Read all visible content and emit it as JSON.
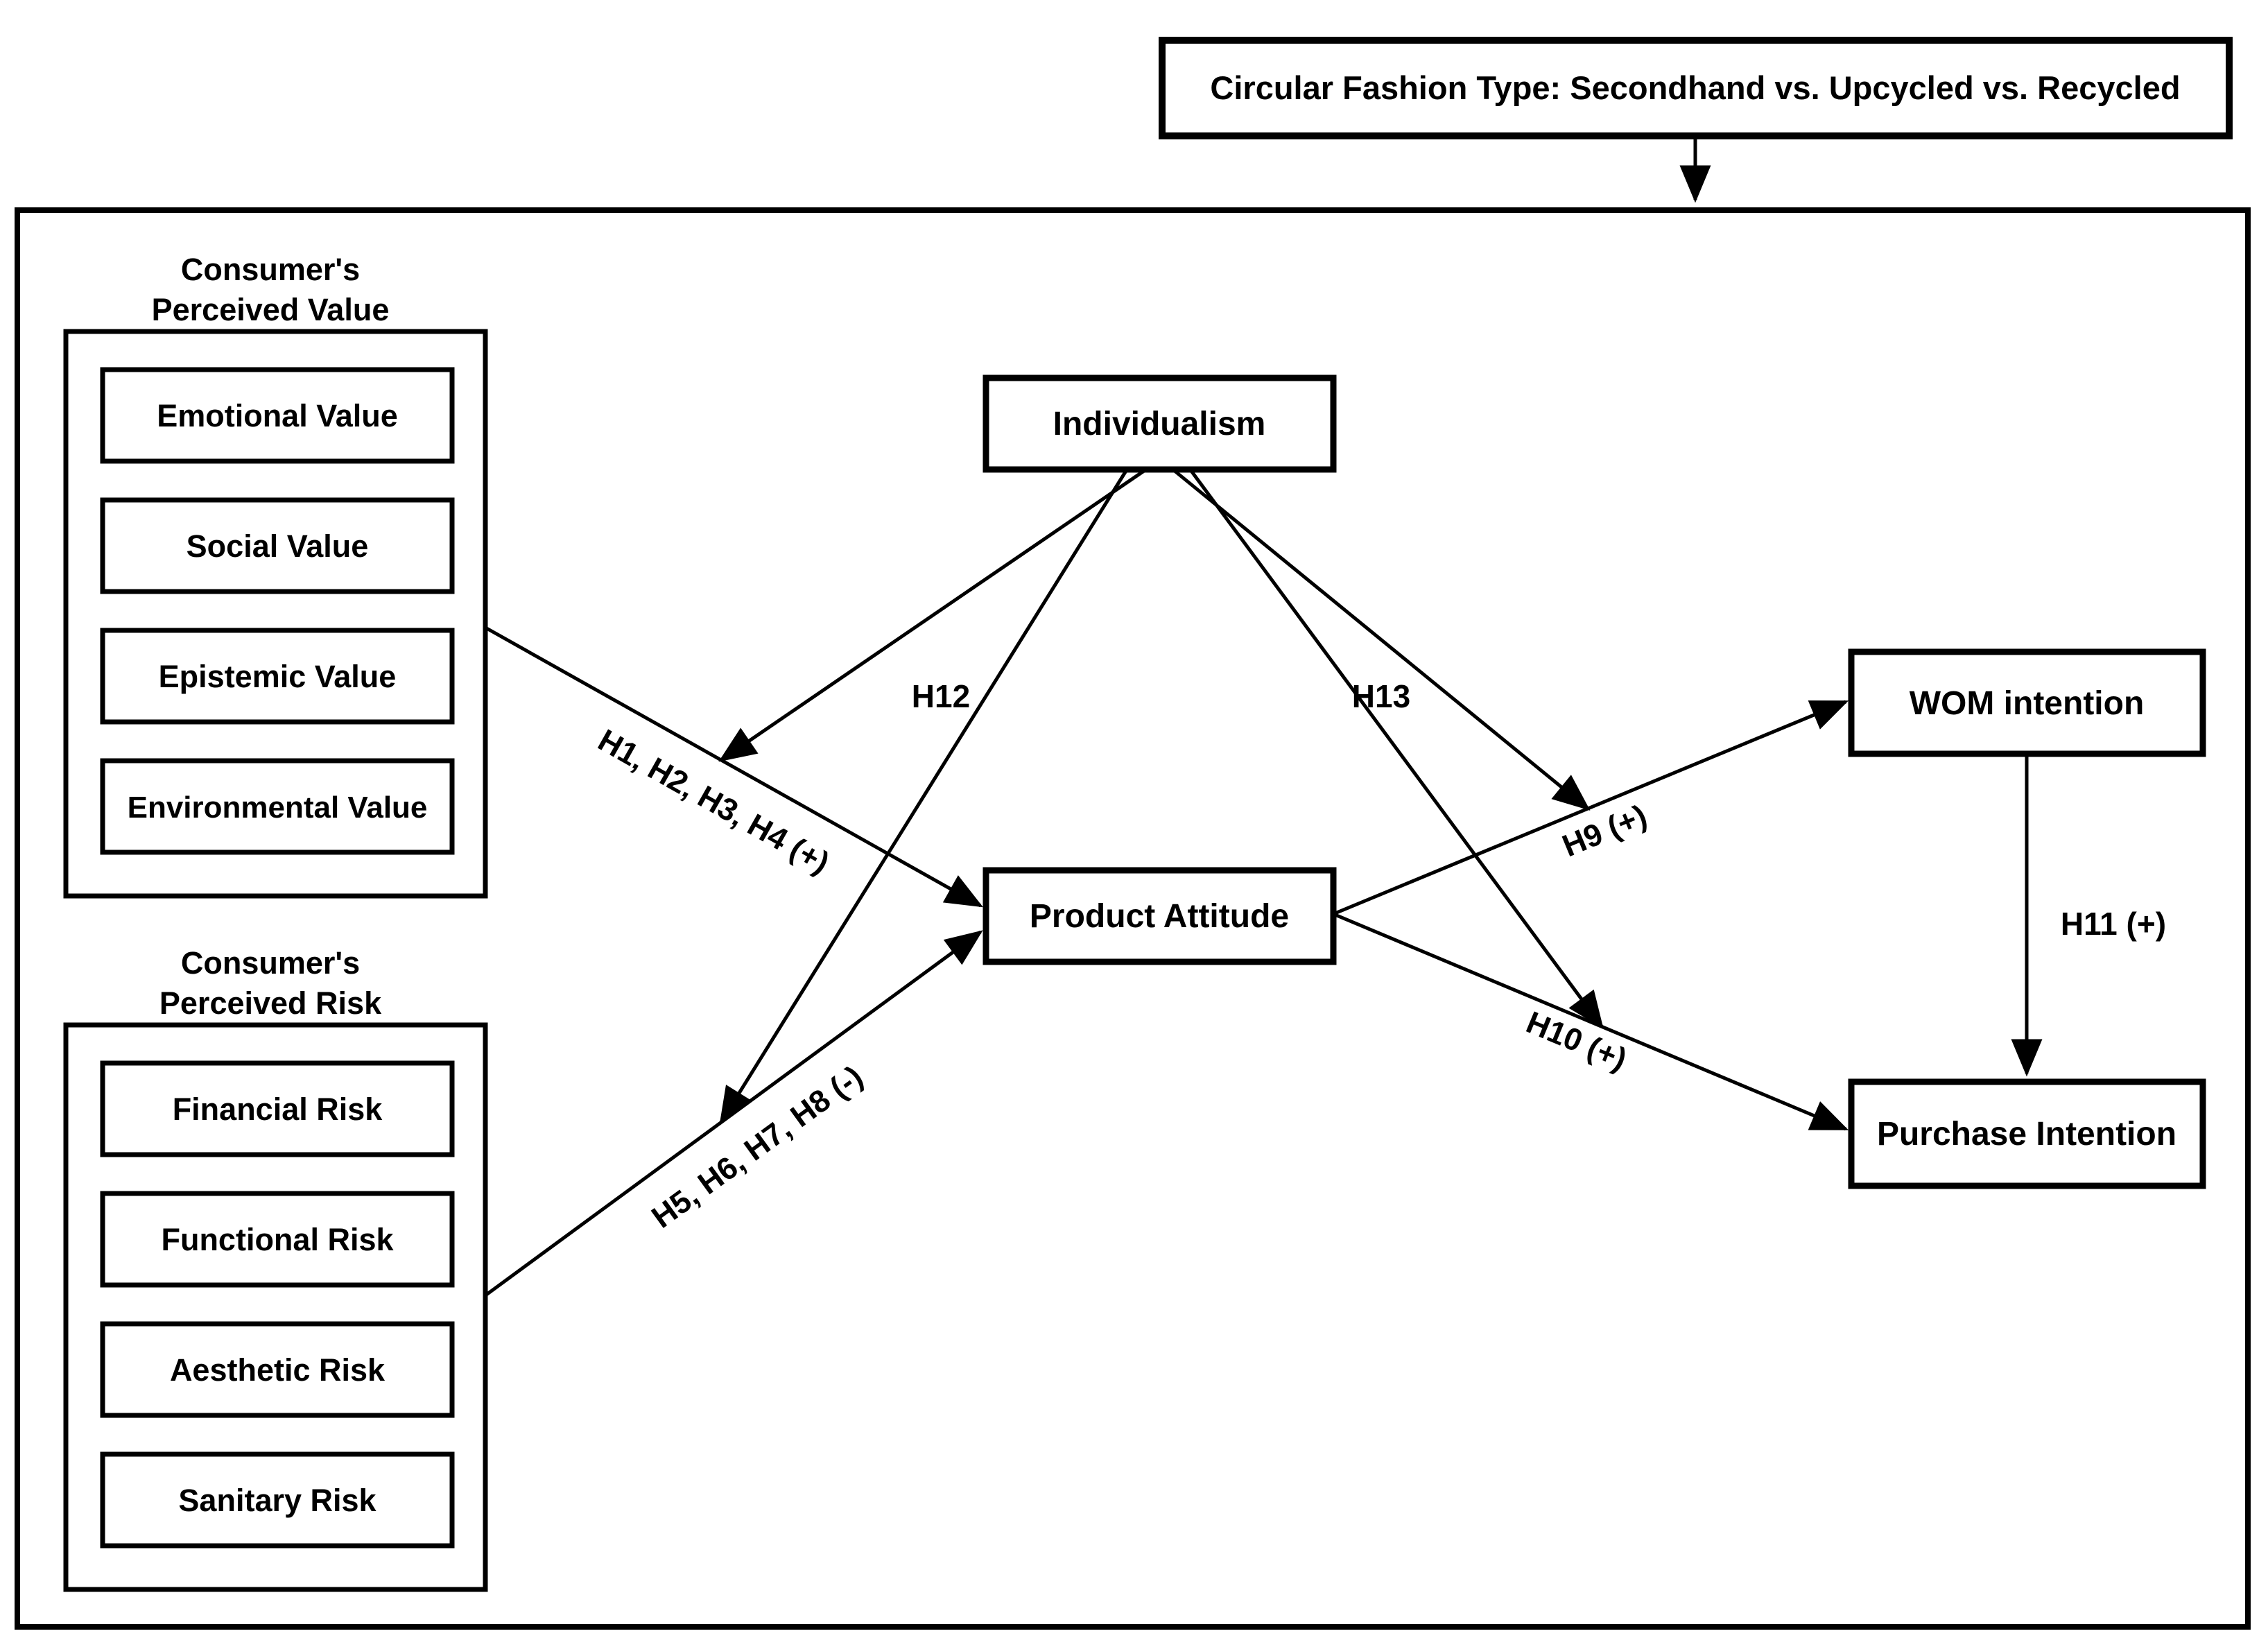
{
  "banner": {
    "label": "Circular Fashion Type: Secondhand vs. Upcycled vs. Recycled"
  },
  "groups": {
    "value": {
      "title_line1": "Consumer's",
      "title_line2": "Perceived Value",
      "items": [
        "Emotional Value",
        "Social Value",
        "Epistemic Value",
        "Environmental Value"
      ]
    },
    "risk": {
      "title_line1": "Consumer's",
      "title_line2": "Perceived Risk",
      "items": [
        "Financial Risk",
        "Functional Risk",
        "Aesthetic Risk",
        "Sanitary Risk"
      ]
    }
  },
  "nodes": {
    "individualism": "Individualism",
    "product_attitude": "Product Attitude",
    "wom_intention": "WOM intention",
    "purchase_intention": "Purchase Intention"
  },
  "edges": [
    {
      "from": "Consumer's Perceived Value",
      "to": "Product Attitude",
      "label": "H1, H2, H3, H4 (+)"
    },
    {
      "from": "Consumer's Perceived Risk",
      "to": "Product Attitude",
      "label": "H5, H6, H7, H8 (-)"
    },
    {
      "from": "Product Attitude",
      "to": "WOM intention",
      "label": "H9 (+)"
    },
    {
      "from": "Product Attitude",
      "to": "Purchase Intention",
      "label": "H10 (+)"
    },
    {
      "from": "WOM intention",
      "to": "Purchase Intention",
      "label": "H11 (+)"
    },
    {
      "from": "Individualism",
      "to": "value/risk-to-attitude paths",
      "label": "H12"
    },
    {
      "from": "Individualism",
      "to": "attitude-to-outcome paths",
      "label": "H13"
    },
    {
      "from": "Circular Fashion Type banner",
      "to": "research model frame",
      "label": ""
    }
  ],
  "colors": {
    "line": "#000000",
    "text": "#000000",
    "background": "#ffffff"
  }
}
